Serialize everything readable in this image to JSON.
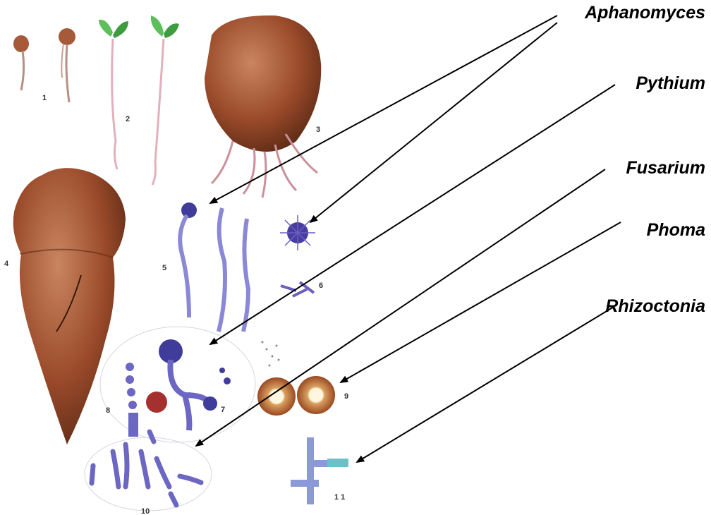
{
  "labels": {
    "aphanomyces": "Aphanomyces",
    "pythium": "Pythium",
    "fusarium": "Fusarium",
    "phoma": "Phoma",
    "rhizoctonia": "Rhizoctonia"
  },
  "figure_numbers": [
    "1",
    "2",
    "3",
    "4",
    "5",
    "6",
    "7",
    "8",
    "9",
    "10",
    "1 1"
  ],
  "colors": {
    "root_brown": "#9a4a2a",
    "hypha_blue": "#7f7ccf",
    "spore_dark": "#3f3c9a",
    "seedling_green": "#5cbf5a",
    "arrow": "#000000"
  }
}
